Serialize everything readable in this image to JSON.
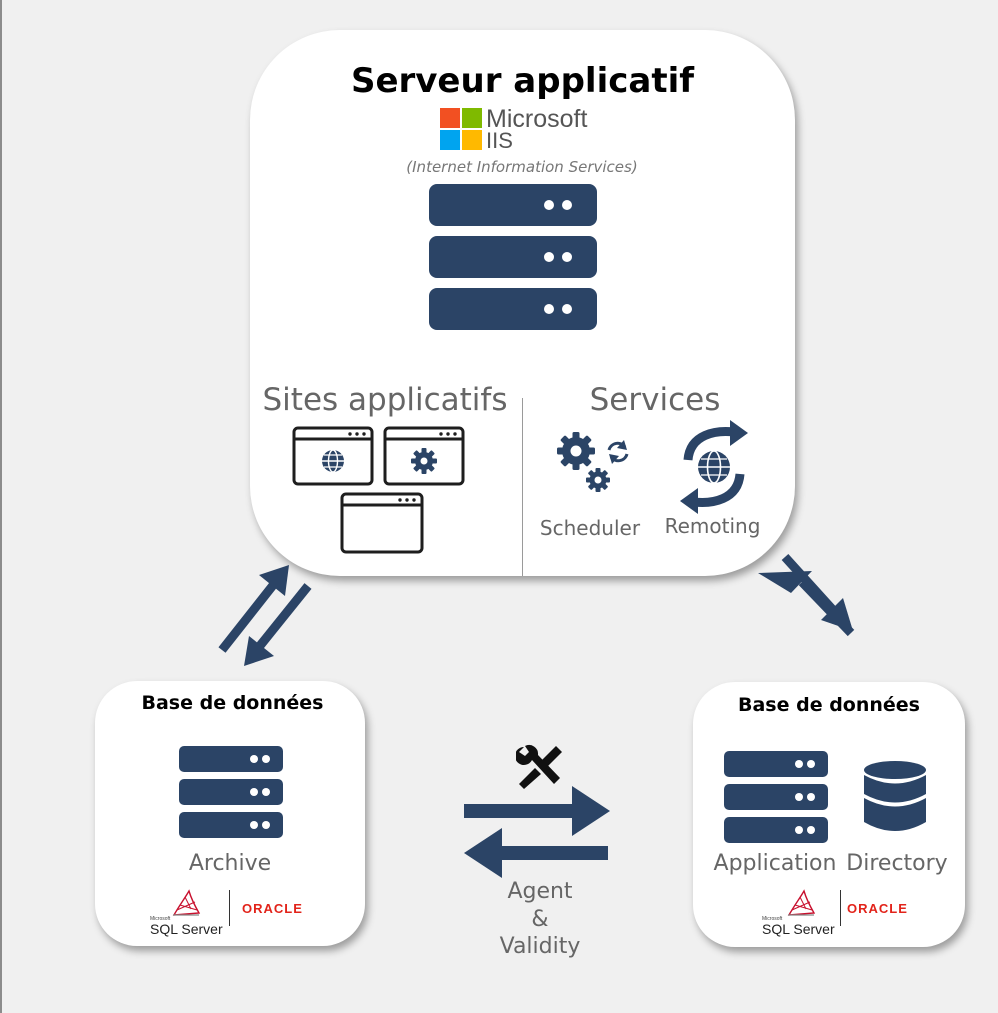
{
  "app_server": {
    "title": "Serveur applicatif",
    "iis_brand": [
      "Microsoft",
      "IIS"
    ],
    "iis_subtitle": "(Internet Information Services)",
    "sites_label": "Sites applicatifs",
    "services_label": "Services",
    "scheduler_label": "Scheduler",
    "remoting_label": "Remoting"
  },
  "db_archive": {
    "title": "Base de données",
    "label": "Archive",
    "sql_brand": [
      "Microsoft",
      "SQL Server"
    ],
    "oracle_brand": "ORACLE"
  },
  "db_app": {
    "title": "Base de données",
    "application_label": "Application",
    "directory_label": "Directory",
    "sql_brand": [
      "Microsoft",
      "SQL Server"
    ],
    "oracle_brand": "ORACLE"
  },
  "link": {
    "agent_label": "Agent",
    "amp_label": "&",
    "validity_label": "Validity"
  },
  "colors": {
    "navy": "#2b4466",
    "background": "#f0f0f0",
    "ms_red": "#f25022",
    "ms_green": "#7fba00",
    "ms_blue": "#00a4ef",
    "ms_yellow": "#ffb900",
    "oracle_red": "#e2231a"
  }
}
